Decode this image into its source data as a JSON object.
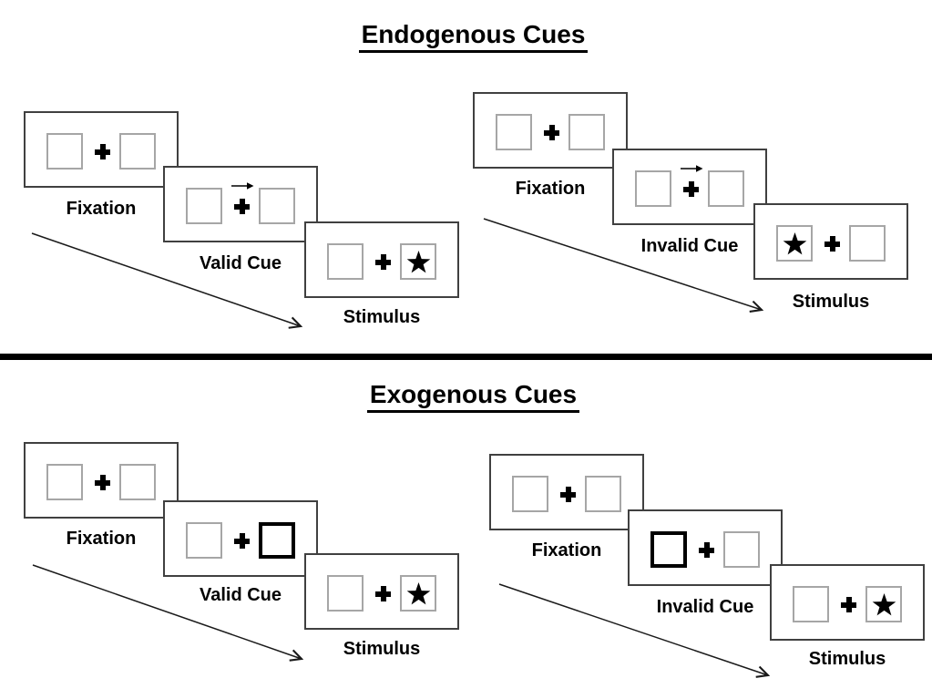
{
  "figure": {
    "sections": [
      {
        "title": "Endogenous Cues",
        "trials": [
          {
            "name": "valid-trial",
            "fixation_label": "Fixation",
            "cue_label": "Valid Cue",
            "stimulus_label": "Stimulus",
            "cue_type": "central arrow pointing right",
            "stimulus_side": "right"
          },
          {
            "name": "invalid-trial",
            "fixation_label": "Fixation",
            "cue_label": "Invalid Cue",
            "stimulus_label": "Stimulus",
            "cue_type": "central arrow pointing right",
            "stimulus_side": "left"
          }
        ]
      },
      {
        "title": "Exogenous Cues",
        "trials": [
          {
            "name": "valid-trial",
            "fixation_label": "Fixation",
            "cue_label": "Valid Cue",
            "stimulus_label": "Stimulus",
            "cue_type": "peripheral thick box on right",
            "stimulus_side": "right"
          },
          {
            "name": "invalid-trial",
            "fixation_label": "Fixation",
            "cue_label": "Invalid Cue",
            "stimulus_label": "Stimulus",
            "cue_type": "peripheral thick box on left",
            "stimulus_side": "right"
          }
        ]
      }
    ],
    "colors": {
      "background": "#ffffff",
      "panel_border": "#404040",
      "box_border": "#a6a6a6",
      "ink": "#000000"
    }
  }
}
